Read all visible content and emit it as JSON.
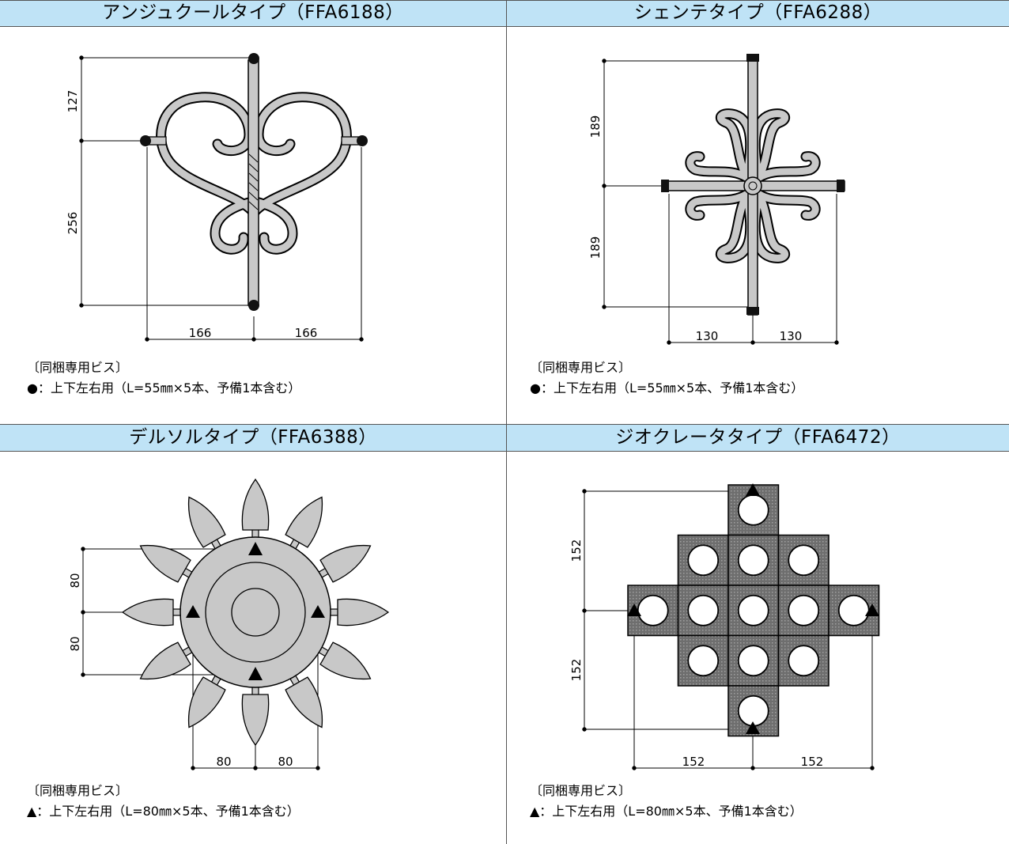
{
  "panels": [
    {
      "title": "アンジュクールタイプ（FFA6188）",
      "dims": {
        "top": "127",
        "bottom": "256",
        "left": "166",
        "right": "166"
      },
      "note_title": "〔同梱専用ビス〕",
      "note_line": "●：上下左右用（L=55㎜×5本、予備1本含む）"
    },
    {
      "title": "シェンテタイプ（FFA6288）",
      "dims": {
        "top": "189",
        "bottom": "189",
        "left": "130",
        "right": "130"
      },
      "note_title": "〔同梱専用ビス〕",
      "note_line": "●：上下左右用（L=55㎜×5本、予備1本含む）"
    },
    {
      "title": "デルソルタイプ（FFA6388）",
      "dims": {
        "top": "80",
        "bottom": "80",
        "left": "80",
        "right": "80"
      },
      "note_title": "〔同梱専用ビス〕",
      "note_line": "▲：上下左右用（L=80㎜×5本、予備1本含む）"
    },
    {
      "title": "ジオクレータタイプ（FFA6472）",
      "dims": {
        "top": "152",
        "bottom": "152",
        "left": "152",
        "right": "152"
      },
      "note_title": "〔同梱専用ビス〕",
      "note_line": "▲：上下左右用（L=80㎜×5本、予備1本含む）"
    }
  ],
  "colors": {
    "header_bg": "#bfe3f6",
    "part_fill": "#c8c8c8",
    "outline": "#000000"
  }
}
